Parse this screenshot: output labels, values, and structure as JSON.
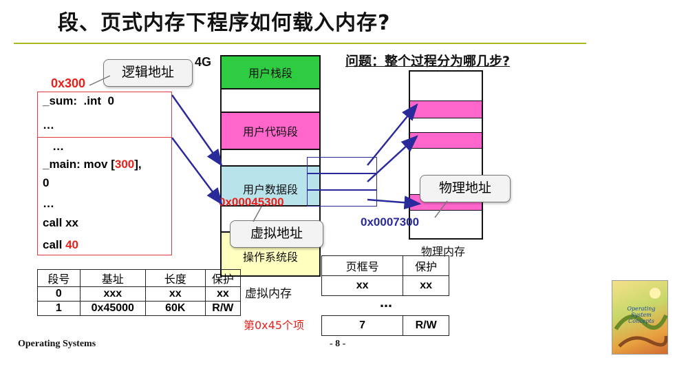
{
  "title": "段、页式内存下程序如何载入内存?",
  "question": "问题：整个过程分为哪几步?",
  "labels": {
    "four_g": "4G",
    "addr_0x300": "0x300",
    "logical_address": "逻辑地址",
    "virtual_address": "虚拟地址",
    "physical_address": "物理地址",
    "virtual_memory": "虚拟内存",
    "physical_memory": "物理内存",
    "virtual_addr_value": "0x00045300",
    "physical_addr_value": "0x0007300",
    "entry_0x45": "第0x45个项",
    "ellipsis": "…"
  },
  "code": {
    "line1": "_sum:  .int  0",
    "line2": "…",
    "line3": "   …",
    "line4a": "_main: mov [",
    "line4b": "300",
    "line4c": "],",
    "line5": "0",
    "line6": "…",
    "line7": "call xx",
    "line8a": "call ",
    "line8b": "40"
  },
  "segments": {
    "user_stack": "用户栈段",
    "user_code": "用户代码段",
    "user_data": "用户数据段",
    "os_segment": "操作系统段"
  },
  "segment_table": {
    "headers": [
      "段号",
      "基址",
      "长度",
      "保护"
    ],
    "rows": [
      [
        "0",
        "xxx",
        "xx",
        "xx"
      ],
      [
        "1",
        "0x45000",
        "60K",
        "R/W"
      ]
    ]
  },
  "page_table": {
    "headers": [
      "页框号",
      "保护"
    ],
    "rows": [
      [
        "xx",
        "xx"
      ]
    ],
    "ellipsis": "…",
    "last_row": [
      "7",
      "R/W"
    ]
  },
  "footer": {
    "left": "Operating Systems",
    "page": "- 8 -"
  },
  "book": {
    "title": "Operating System Concepts"
  },
  "colors": {
    "stack_green": "#2ecc40",
    "segment_pink": "#ff66cc",
    "data_blue": "#b9e3ea",
    "os_yellow": "#ffffc0",
    "accent_red": "#e8201a",
    "arrow_blue": "#2a2a9a",
    "title_rule": "#a8b820"
  }
}
